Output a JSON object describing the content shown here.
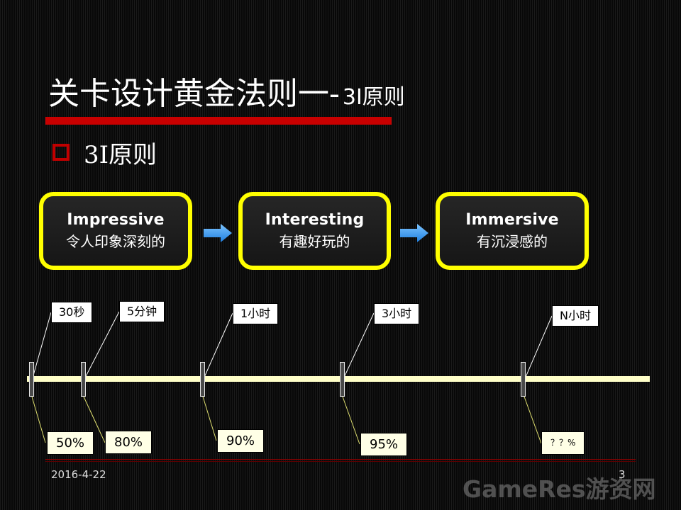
{
  "slide": {
    "title_main": "关卡设计黄金法则一-",
    "title_sub": "3I原则",
    "bullet_text": "3I原则",
    "date": "2016-4-22",
    "page_number": "3",
    "watermark": "GameRes游资网"
  },
  "boxes": [
    {
      "en": "Impressive",
      "zh": "令人印象深刻的"
    },
    {
      "en": "Interesting",
      "zh": "有趣好玩的"
    },
    {
      "en": "Immersive",
      "zh": "有沉浸感的"
    }
  ],
  "milestones": [
    {
      "time": "30秒",
      "percent": "50%"
    },
    {
      "time": "5分钟",
      "percent": "80%"
    },
    {
      "time": "1小时",
      "percent": "90%"
    },
    {
      "time": "3小时",
      "percent": "95%"
    },
    {
      "time": "N小时",
      "percent": "？？%"
    }
  ],
  "colors": {
    "accent_red": "#c80000",
    "box_border": "#ffff00",
    "arrow_blue": "#3aa0ff",
    "timeline": "#ffffc8"
  },
  "icons": {
    "bullet": "hollow-square-icon",
    "arrow": "right-arrow-icon"
  }
}
